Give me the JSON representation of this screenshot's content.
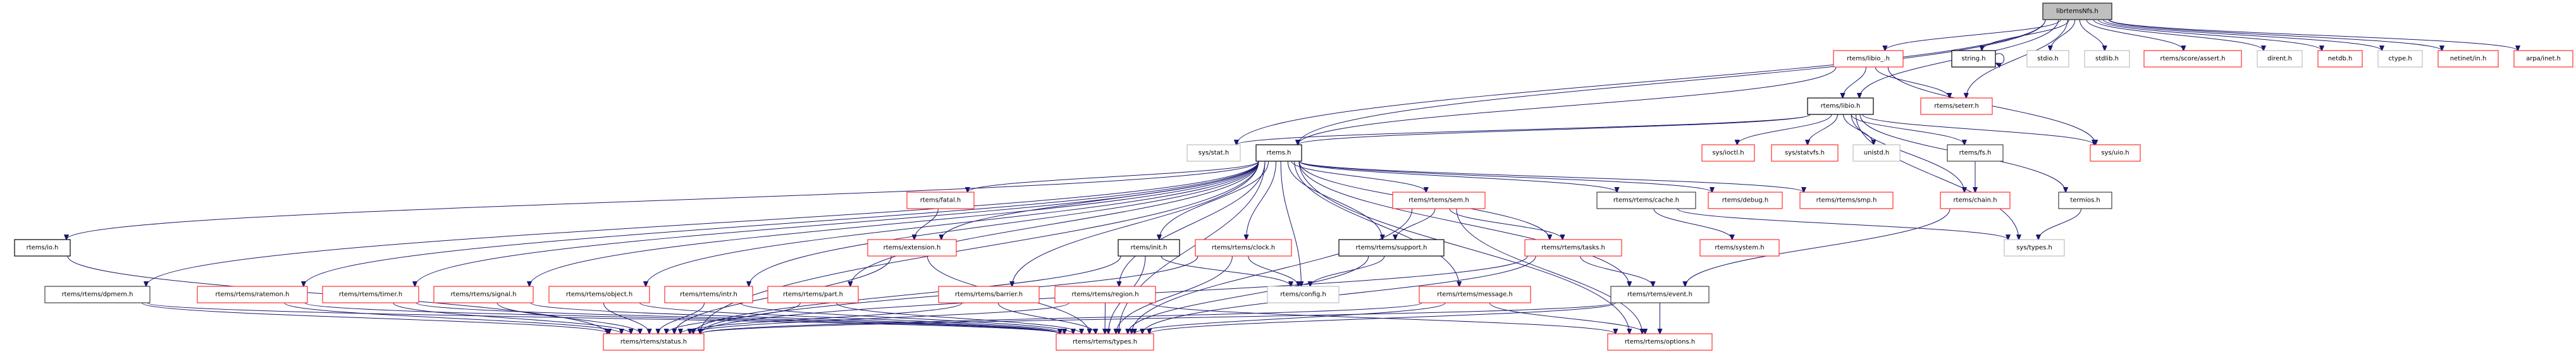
{
  "graph": {
    "type": "include-dependency-graph",
    "colors": {
      "edge": "#191970",
      "truncated_border": "#ff3030",
      "documented_border": "#000000",
      "partial_border": "#404040",
      "external_border": "#bfbfbf",
      "root_fill": "#bfbfbf",
      "node_fill": "#ffffff"
    },
    "nodes": [
      {
        "id": "root",
        "label": "librtemsNfs.h",
        "style": "root"
      },
      {
        "id": "libio_",
        "label": "rtems/libio_.h",
        "style": "truncated"
      },
      {
        "id": "string",
        "label": "string.h",
        "style": "documented"
      },
      {
        "id": "stdio",
        "label": "stdio.h",
        "style": "external"
      },
      {
        "id": "stdlib",
        "label": "stdlib.h",
        "style": "external"
      },
      {
        "id": "assert",
        "label": "rtems/score/assert.h",
        "style": "truncated"
      },
      {
        "id": "dirent",
        "label": "dirent.h",
        "style": "external"
      },
      {
        "id": "netdb",
        "label": "netdb.h",
        "style": "truncated"
      },
      {
        "id": "ctype",
        "label": "ctype.h",
        "style": "external"
      },
      {
        "id": "netinet_in",
        "label": "netinet/in.h",
        "style": "truncated"
      },
      {
        "id": "arpa_inet",
        "label": "arpa/inet.h",
        "style": "truncated"
      },
      {
        "id": "libio",
        "label": "rtems/libio.h",
        "style": "documented"
      },
      {
        "id": "seterr",
        "label": "rtems/seterr.h",
        "style": "truncated"
      },
      {
        "id": "sys_stat",
        "label": "sys/stat.h",
        "style": "external"
      },
      {
        "id": "rtems",
        "label": "rtems.h",
        "style": "documented"
      },
      {
        "id": "ioctl",
        "label": "sys/ioctl.h",
        "style": "truncated"
      },
      {
        "id": "statvfs",
        "label": "sys/statvfs.h",
        "style": "truncated"
      },
      {
        "id": "unistd",
        "label": "unistd.h",
        "style": "external"
      },
      {
        "id": "fs",
        "label": "rtems/fs.h",
        "style": "partial"
      },
      {
        "id": "uio",
        "label": "sys/uio.h",
        "style": "truncated"
      },
      {
        "id": "fatal",
        "label": "rtems/fatal.h",
        "style": "truncated"
      },
      {
        "id": "sem",
        "label": "rtems/rtems/sem.h",
        "style": "truncated"
      },
      {
        "id": "cache",
        "label": "rtems/rtems/cache.h",
        "style": "partial"
      },
      {
        "id": "debug",
        "label": "rtems/debug.h",
        "style": "truncated"
      },
      {
        "id": "smp",
        "label": "rtems/rtems/smp.h",
        "style": "truncated"
      },
      {
        "id": "chain",
        "label": "rtems/chain.h",
        "style": "truncated"
      },
      {
        "id": "termios",
        "label": "termios.h",
        "style": "partial"
      },
      {
        "id": "io",
        "label": "rtems/io.h",
        "style": "documented"
      },
      {
        "id": "extension",
        "label": "rtems/extension.h",
        "style": "truncated"
      },
      {
        "id": "init",
        "label": "rtems/init.h",
        "style": "documented"
      },
      {
        "id": "clock",
        "label": "rtems/rtems/clock.h",
        "style": "truncated"
      },
      {
        "id": "support",
        "label": "rtems/rtems/support.h",
        "style": "documented"
      },
      {
        "id": "tasks",
        "label": "rtems/rtems/tasks.h",
        "style": "truncated"
      },
      {
        "id": "system",
        "label": "rtems/system.h",
        "style": "truncated"
      },
      {
        "id": "sys_types",
        "label": "sys/types.h",
        "style": "external"
      },
      {
        "id": "dpmem",
        "label": "rtems/rtems/dpmem.h",
        "style": "partial"
      },
      {
        "id": "ratemon",
        "label": "rtems/rtems/ratemon.h",
        "style": "truncated"
      },
      {
        "id": "timer",
        "label": "rtems/rtems/timer.h",
        "style": "truncated"
      },
      {
        "id": "signal",
        "label": "rtems/rtems/signal.h",
        "style": "truncated"
      },
      {
        "id": "object",
        "label": "rtems/rtems/object.h",
        "style": "truncated"
      },
      {
        "id": "intr",
        "label": "rtems/rtems/intr.h",
        "style": "truncated"
      },
      {
        "id": "part",
        "label": "rtems/rtems/part.h",
        "style": "truncated"
      },
      {
        "id": "barrier",
        "label": "rtems/rtems/barrier.h",
        "style": "truncated"
      },
      {
        "id": "region",
        "label": "rtems/rtems/region.h",
        "style": "truncated"
      },
      {
        "id": "config",
        "label": "rtems/config.h",
        "style": "external"
      },
      {
        "id": "message",
        "label": "rtems/rtems/message.h",
        "style": "truncated"
      },
      {
        "id": "event",
        "label": "rtems/rtems/event.h",
        "style": "partial"
      },
      {
        "id": "status",
        "label": "rtems/rtems/status.h",
        "style": "truncated"
      },
      {
        "id": "types",
        "label": "rtems/rtems/types.h",
        "style": "truncated"
      },
      {
        "id": "options",
        "label": "rtems/rtems/options.h",
        "style": "truncated"
      }
    ],
    "edges": [
      [
        "root",
        "sys_stat"
      ],
      [
        "root",
        "rtems"
      ],
      [
        "root",
        "libio"
      ],
      [
        "root",
        "libio_"
      ],
      [
        "root",
        "seterr"
      ],
      [
        "root",
        "string"
      ],
      [
        "root",
        "stdio"
      ],
      [
        "root",
        "stdlib"
      ],
      [
        "root",
        "assert"
      ],
      [
        "root",
        "dirent"
      ],
      [
        "root",
        "netdb"
      ],
      [
        "root",
        "ctype"
      ],
      [
        "root",
        "netinet_in"
      ],
      [
        "root",
        "arpa_inet"
      ],
      [
        "string",
        "string"
      ],
      [
        "libio_",
        "rtems"
      ],
      [
        "libio_",
        "libio"
      ],
      [
        "libio_",
        "seterr"
      ],
      [
        "libio_",
        "uio"
      ],
      [
        "libio",
        "sys_stat"
      ],
      [
        "libio",
        "rtems"
      ],
      [
        "libio",
        "ioctl"
      ],
      [
        "libio",
        "statvfs"
      ],
      [
        "libio",
        "unistd"
      ],
      [
        "libio",
        "fs"
      ],
      [
        "libio",
        "chain"
      ],
      [
        "libio",
        "sys_types"
      ],
      [
        "libio",
        "termios"
      ],
      [
        "libio",
        "uio"
      ],
      [
        "fs",
        "chain"
      ],
      [
        "termios",
        "sys_types"
      ],
      [
        "chain",
        "event"
      ],
      [
        "rtems",
        "io"
      ],
      [
        "rtems",
        "dpmem"
      ],
      [
        "rtems",
        "ratemon"
      ],
      [
        "rtems",
        "timer"
      ],
      [
        "rtems",
        "signal"
      ],
      [
        "rtems",
        "object"
      ],
      [
        "rtems",
        "intr"
      ],
      [
        "rtems",
        "part"
      ],
      [
        "rtems",
        "fatal"
      ],
      [
        "rtems",
        "extension"
      ],
      [
        "rtems",
        "barrier"
      ],
      [
        "rtems",
        "region"
      ],
      [
        "rtems",
        "types"
      ],
      [
        "rtems",
        "init"
      ],
      [
        "rtems",
        "clock"
      ],
      [
        "rtems",
        "config"
      ],
      [
        "rtems",
        "support"
      ],
      [
        "rtems",
        "sem"
      ],
      [
        "rtems",
        "tasks"
      ],
      [
        "rtems",
        "message"
      ],
      [
        "rtems",
        "event"
      ],
      [
        "rtems",
        "options"
      ],
      [
        "rtems",
        "cache"
      ],
      [
        "rtems",
        "debug"
      ],
      [
        "rtems",
        "smp"
      ],
      [
        "rtems",
        "status"
      ],
      [
        "cache",
        "system"
      ],
      [
        "cache",
        "sys_types"
      ],
      [
        "fatal",
        "extension"
      ],
      [
        "extension",
        "types"
      ],
      [
        "extension",
        "status"
      ],
      [
        "init",
        "config"
      ],
      [
        "init",
        "types"
      ],
      [
        "init",
        "status"
      ],
      [
        "clock",
        "config"
      ],
      [
        "clock",
        "types"
      ],
      [
        "clock",
        "status"
      ],
      [
        "support",
        "config"
      ],
      [
        "support",
        "types"
      ],
      [
        "sem",
        "support"
      ],
      [
        "sem",
        "tasks"
      ],
      [
        "sem",
        "types"
      ],
      [
        "sem",
        "options"
      ],
      [
        "tasks",
        "event"
      ],
      [
        "tasks",
        "types"
      ],
      [
        "tasks",
        "status"
      ],
      [
        "message",
        "types"
      ],
      [
        "message",
        "status"
      ],
      [
        "message",
        "options"
      ],
      [
        "event",
        "options"
      ],
      [
        "event",
        "types"
      ],
      [
        "event",
        "status"
      ],
      [
        "barrier",
        "types"
      ],
      [
        "barrier",
        "status"
      ],
      [
        "region",
        "types"
      ],
      [
        "region",
        "options"
      ],
      [
        "region",
        "status"
      ],
      [
        "io",
        "status"
      ],
      [
        "dpmem",
        "status"
      ],
      [
        "dpmem",
        "types"
      ],
      [
        "ratemon",
        "status"
      ],
      [
        "ratemon",
        "types"
      ],
      [
        "timer",
        "status"
      ],
      [
        "timer",
        "types"
      ],
      [
        "signal",
        "status"
      ],
      [
        "signal",
        "types"
      ],
      [
        "object",
        "status"
      ],
      [
        "object",
        "types"
      ],
      [
        "intr",
        "status"
      ],
      [
        "intr",
        "types"
      ],
      [
        "part",
        "status"
      ],
      [
        "part",
        "types"
      ]
    ]
  }
}
